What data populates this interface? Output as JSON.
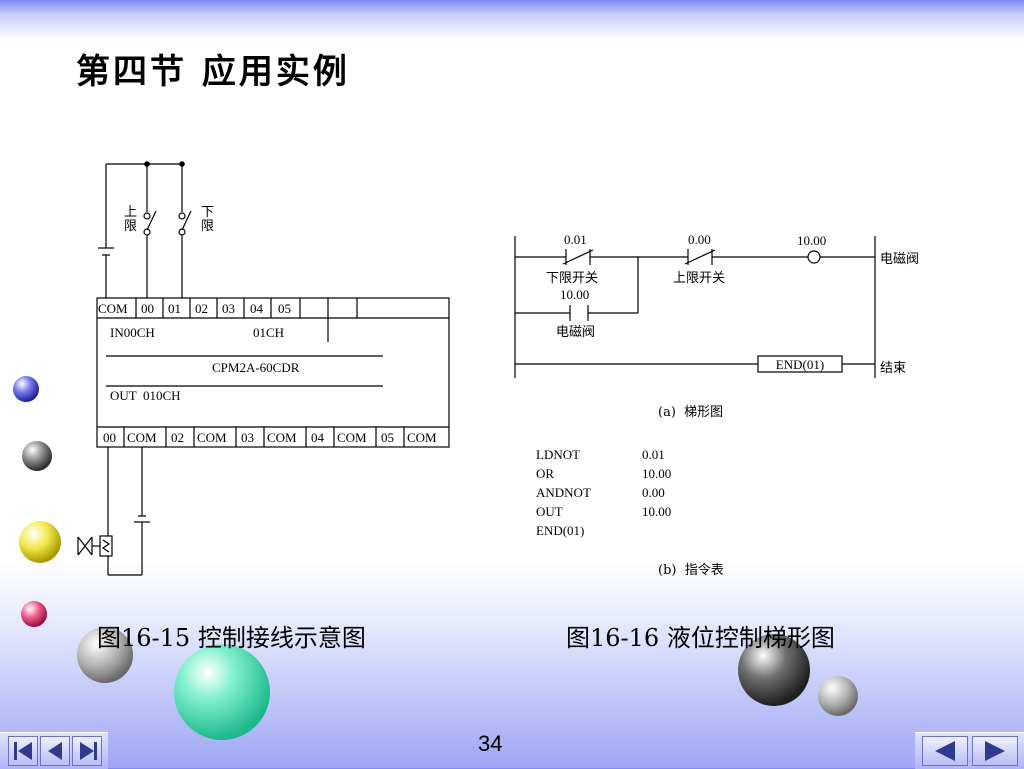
{
  "title": "第四节  应用实例",
  "wiring": {
    "upper_limit": [
      "上",
      "限"
    ],
    "lower_limit": [
      "下",
      "限"
    ],
    "top_terminals": [
      "COM",
      "00",
      "01",
      "02",
      "03",
      "04",
      "05"
    ],
    "in_label": "IN00CH",
    "in_label2": "01CH",
    "model": "CPM2A-60CDR",
    "out_label": "OUT  010CH",
    "bottom_terminals": [
      "00",
      "COM",
      "02",
      "COM",
      "03",
      "COM",
      "04",
      "COM",
      "05",
      "COM"
    ]
  },
  "ladder": {
    "contact1_addr": "0.01",
    "contact1_label": "下限开关",
    "contact2_addr": "0.00",
    "contact2_label": "上限开关",
    "coil_addr": "10.00",
    "coil_label": "电磁阀",
    "hold_addr": "10.00",
    "hold_label": "电磁阀",
    "end_box": "END(01)",
    "end_label": "结束",
    "caption_a": "(a)  梯形图"
  },
  "instructions": {
    "rows": [
      {
        "op": "LDNOT",
        "arg": "0.01"
      },
      {
        "op": "OR",
        "arg": "10.00"
      },
      {
        "op": "ANDNOT",
        "arg": "0.00"
      },
      {
        "op": "OUT",
        "arg": "10.00"
      },
      {
        "op": "END(01)",
        "arg": ""
      }
    ],
    "caption_b": "(b)  指令表"
  },
  "captions": {
    "fig15": "图16-15 控制接线示意图",
    "fig16": "图16-16 液位控制梯形图"
  },
  "page_number": "34"
}
